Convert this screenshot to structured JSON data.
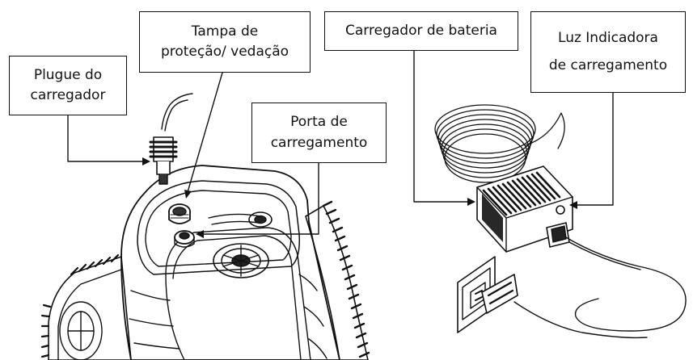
{
  "labels": {
    "plug": [
      "Plugue do",
      "carregador"
    ],
    "cap": [
      "Tampa de",
      "proteção/ vedação"
    ],
    "port": [
      "Porta de",
      "carregamento"
    ],
    "charger": [
      "Carregador de bateria"
    ],
    "led": [
      "Luz Indicadora",
      "de carregamento"
    ]
  },
  "colors": {
    "line": "#111111",
    "background": "#ffffff"
  }
}
